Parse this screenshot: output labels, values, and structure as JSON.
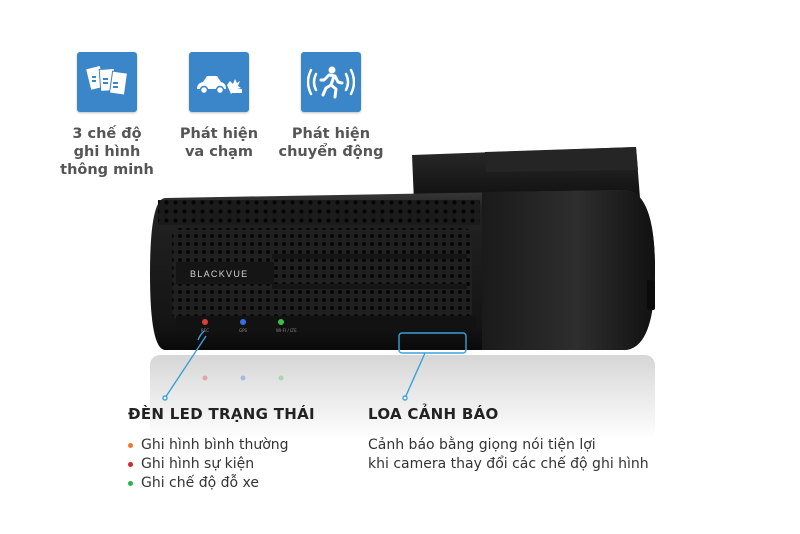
{
  "features": [
    {
      "icon": "smart-recording-modes-icon",
      "caption": "3 chế độ\nghi hình\nthông minh"
    },
    {
      "icon": "collision-detection-icon",
      "caption": "Phát hiện\nva chạm"
    },
    {
      "icon": "motion-detection-icon",
      "caption": "Phát hiện\nchuyển động"
    }
  ],
  "device": {
    "brand": "BLACKVUE",
    "leds": [
      {
        "label": "REC",
        "color": "#e23b3b"
      },
      {
        "label": "GPS",
        "color": "#3a6ee8"
      },
      {
        "label": "WI-FI / LTE",
        "color": "#38c24a"
      }
    ]
  },
  "led_section": {
    "title": "ĐÈN LED TRẠNG THÁI",
    "items": [
      {
        "text": "Ghi hình bình thường",
        "color": "#f07a2a"
      },
      {
        "text": "Ghi hình sự kiện",
        "color": "#d62828"
      },
      {
        "text": "Ghi chế độ đỗ xe",
        "color": "#2ab34a"
      }
    ]
  },
  "speaker_section": {
    "title": "LOA CẢNH BÁO",
    "lines": [
      "Cảnh báo bằng giọng nói tiện lợi",
      "khi camera thay đổi các chế độ ghi hình"
    ]
  },
  "colors": {
    "accent": "#3a86c8",
    "callout": "#3aa0d8"
  }
}
